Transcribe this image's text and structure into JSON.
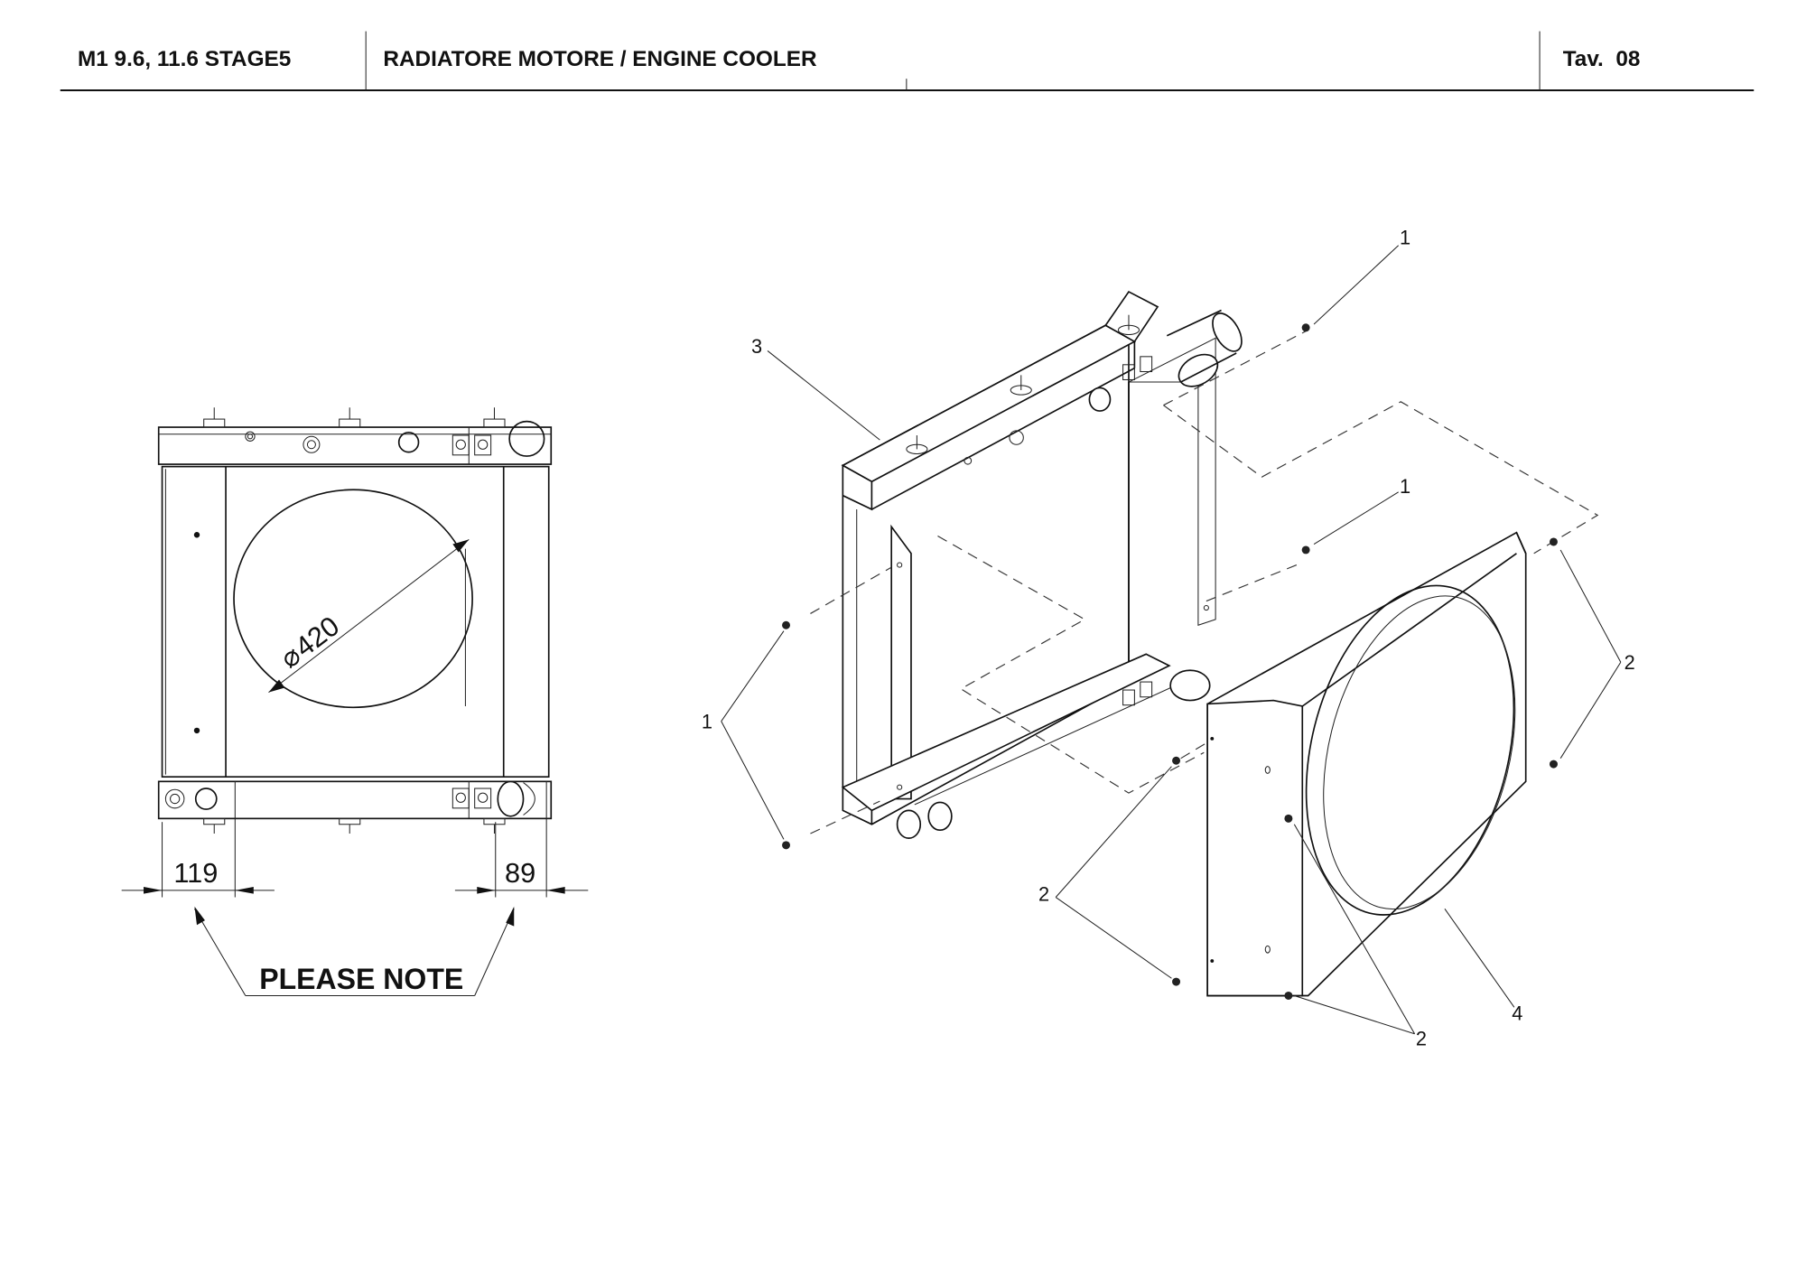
{
  "header": {
    "model": "M1 9.6, 11.6 STAGE5",
    "title": "RADIATORE MOTORE / ENGINE COOLER",
    "table": "Tav.  08"
  },
  "front_view": {
    "diameter": "420",
    "diameter_symbol": "⌀",
    "dim_left": "119",
    "dim_right": "89",
    "note": "PLEASE NOTE"
  },
  "callouts": [
    "1",
    "3",
    "1",
    "1",
    "2",
    "2",
    "2",
    "4"
  ]
}
